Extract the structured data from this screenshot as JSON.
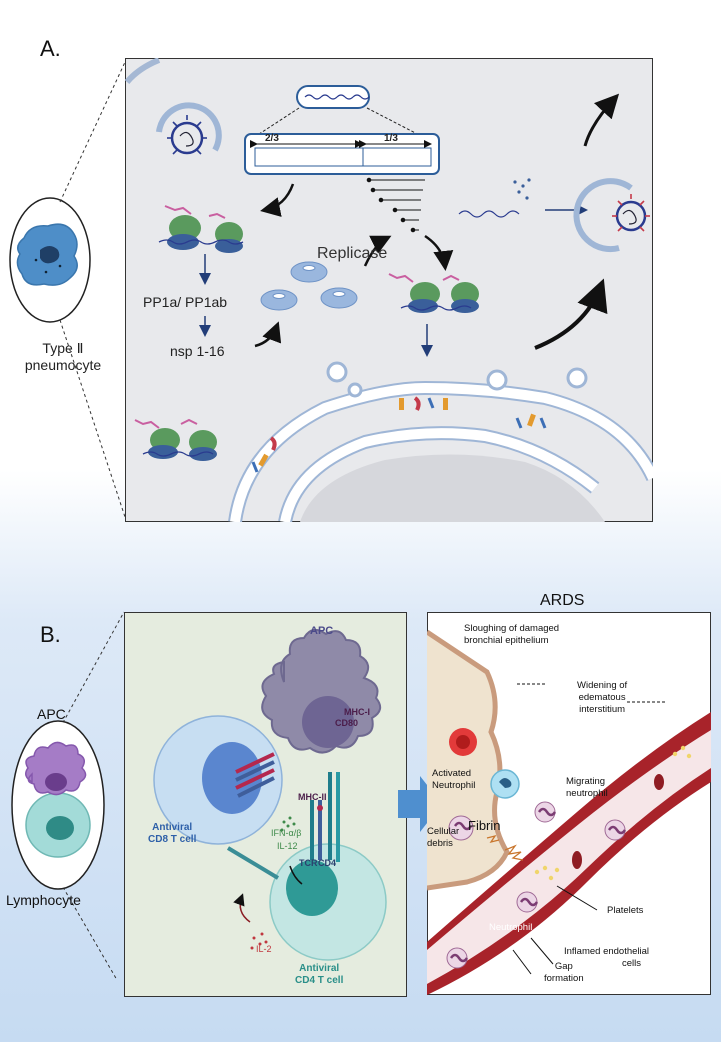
{
  "panelA": {
    "label": "A.",
    "cell_label_line1": "Type Ⅱ",
    "cell_label_line2": "pneumocyte",
    "genome_left": "2/3",
    "genome_right": "1/3",
    "replicase": "Replicase",
    "pp1a": "PP1a/ PP1ab",
    "nsp": "nsp 1-16"
  },
  "panelB": {
    "label": "B.",
    "apc_outer": "APC",
    "lymphocyte": "Lymphocyte",
    "apc_inner": "APC",
    "mhc1": "MHC-I",
    "cd80": "CD80",
    "mhc2": "MHC-II",
    "ifn": "IFN-α/β",
    "il12": "IL-12",
    "tcr": "TCR",
    "cd4": "CD4",
    "cd8_line1": "Antiviral",
    "cd8_line2": "CD8 T cell",
    "il2": "IL-2",
    "cd4_line1": "Antiviral",
    "cd4_line2": "CD4 T cell"
  },
  "ards": {
    "title": "ARDS",
    "sloughing_line1": "Sloughing of damaged",
    "sloughing_line2": "bronchial epithelium",
    "widening_line1": "Widening of",
    "widening_line2": "edematous",
    "widening_line3": "interstitium",
    "activated_line1": "Activated",
    "activated_line2": "Neutrophil",
    "migrating_line1": "Migrating",
    "migrating_line2": "neutrophil",
    "fibrin": "Fibrin",
    "cellular_line1": "Cellular",
    "cellular_line2": "debris",
    "platelets": "Platelets",
    "neutrophil": "Neutrophil",
    "inflamed_line1": "Inflamed endothelial",
    "inflamed_line2": "cells",
    "gap_line1": "Gap",
    "gap_line2": "formation"
  },
  "colors": {
    "panel_bg": "#e8e9ec",
    "apc_bg": "#e5ecdf",
    "apc_purple": "#8f8aa8",
    "tcell_blue": "#c7def2",
    "tcell_teal": "#c3e6e3",
    "vessel_red": "#a8232a",
    "arrow_blue": "#4f8fcf"
  }
}
